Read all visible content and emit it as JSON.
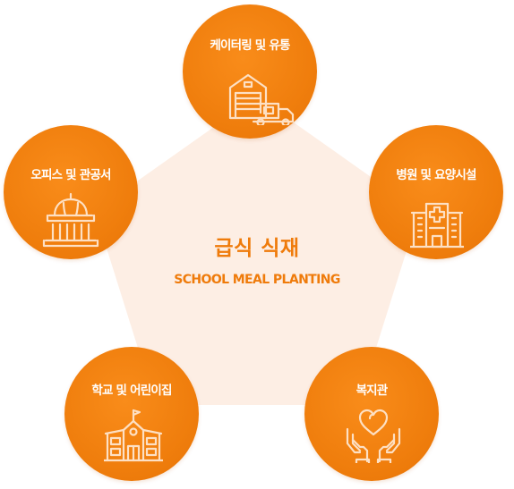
{
  "center": {
    "title": "급식 식재",
    "subtitle": "SCHOOL MEAL PLANTING"
  },
  "nodes": [
    {
      "id": "catering",
      "label": "케이터링 및 유통",
      "icon": "warehouse-truck-icon"
    },
    {
      "id": "hospital",
      "label": "병원 및 요양시설",
      "icon": "hospital-building-icon"
    },
    {
      "id": "welfare",
      "label": "복지관",
      "icon": "hands-heart-icon"
    },
    {
      "id": "school",
      "label": "학교 및 어린이집",
      "icon": "school-building-icon"
    },
    {
      "id": "office",
      "label": "오피스 및 관공서",
      "icon": "government-building-icon"
    }
  ],
  "colors": {
    "accent": "#ef7b0b",
    "node_fill": "#ef7d0c",
    "pentagon_fill": "#fdeee4",
    "icon_stroke": "#fde0c4"
  }
}
